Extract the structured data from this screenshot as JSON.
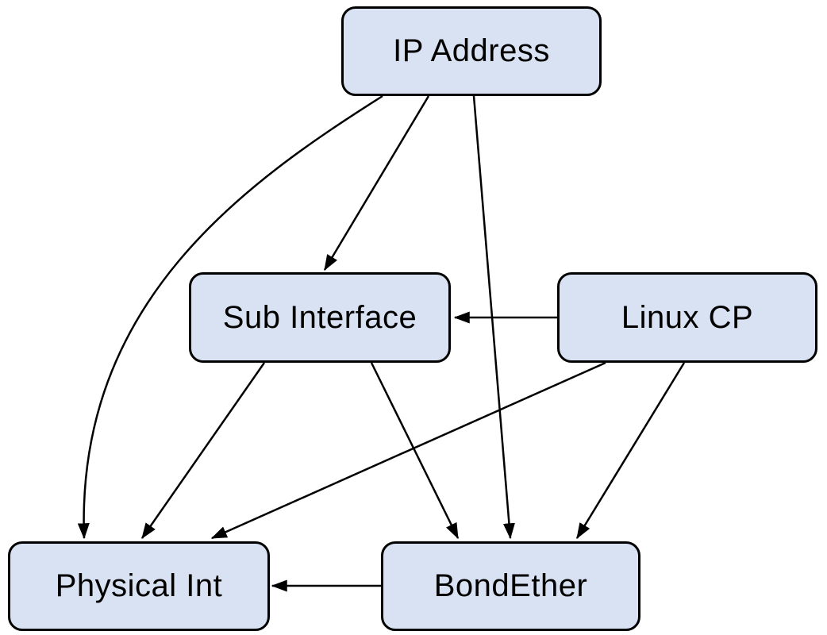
{
  "diagram": {
    "type": "dependency-graph",
    "background_color": "#ffffff",
    "node_fill_color": "#d8e2f2",
    "node_border_color": "#000000",
    "edge_color": "#000000",
    "nodes": {
      "ip_address": {
        "label": "IP Address"
      },
      "sub_interface": {
        "label": "Sub Interface"
      },
      "linux_cp": {
        "label": "Linux CP"
      },
      "physical_int": {
        "label": "Physical Int"
      },
      "bond_ether": {
        "label": "BondEther"
      }
    },
    "edges": [
      {
        "from": "IP Address",
        "to": "Sub Interface"
      },
      {
        "from": "IP Address",
        "to": "Physical Int"
      },
      {
        "from": "IP Address",
        "to": "BondEther"
      },
      {
        "from": "Linux CP",
        "to": "Sub Interface"
      },
      {
        "from": "Sub Interface",
        "to": "Physical Int"
      },
      {
        "from": "Sub Interface",
        "to": "BondEther"
      },
      {
        "from": "Linux CP",
        "to": "Physical Int"
      },
      {
        "from": "Linux CP",
        "to": "BondEther"
      },
      {
        "from": "BondEther",
        "to": "Physical Int"
      }
    ]
  }
}
